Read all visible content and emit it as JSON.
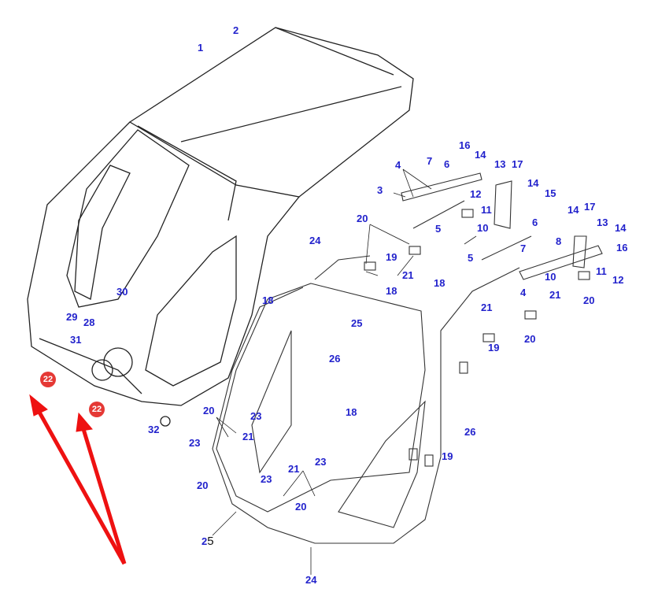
{
  "diagram": {
    "callouts": [
      "1",
      "2",
      "16",
      "14",
      "13",
      "17",
      "7",
      "6",
      "4",
      "3",
      "12",
      "11",
      "10",
      "5",
      "14",
      "15",
      "14",
      "17",
      "13",
      "14",
      "16",
      "6",
      "8",
      "7",
      "5",
      "10",
      "11",
      "12",
      "4",
      "21",
      "20",
      "20",
      "24",
      "19",
      "21",
      "18",
      "18",
      "18",
      "25",
      "21",
      "20",
      "19",
      "30",
      "29",
      "28",
      "31",
      "26",
      "32",
      "20",
      "23",
      "21",
      "23",
      "18",
      "26",
      "19",
      "20",
      "21",
      "23",
      "23",
      "20",
      "24"
    ],
    "callout_25_bottom": {
      "first": "2",
      "second": "5"
    },
    "highlight_badges": [
      "22",
      "22"
    ],
    "colors": {
      "callout": "#2222cc",
      "badge": "#e53935",
      "arrow": "#ee1111",
      "line": "#222222"
    }
  }
}
